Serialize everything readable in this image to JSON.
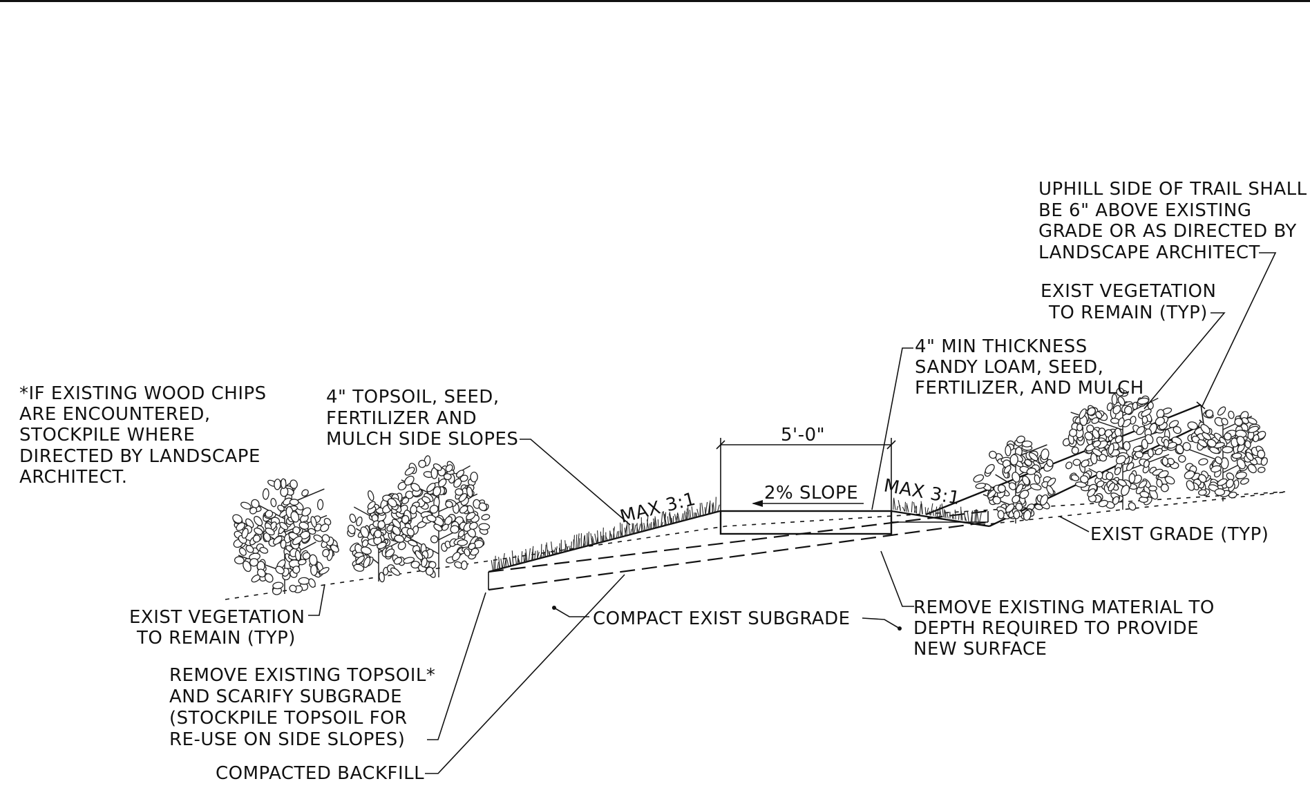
{
  "labels": {
    "wood_chips_note": [
      "*IF EXISTING WOOD CHIPS",
      "ARE ENCOUNTERED,",
      "STOCKPILE WHERE",
      "DIRECTED BY LANDSCAPE",
      "ARCHITECT."
    ],
    "topsoil_side_slopes": [
      "4\" TOPSOIL, SEED,",
      "FERTILIZER AND",
      "MULCH SIDE SLOPES"
    ],
    "trail_width": "5'-0\"",
    "trail_slope": "2% SLOPE",
    "max_slope_left": "MAX 3:1",
    "max_slope_right": "MAX 3:1",
    "sandy_loam": [
      "4\" MIN THICKNESS",
      "SANDY LOAM, SEED,",
      "FERTILIZER, AND MULCH"
    ],
    "uphill_note": [
      "UPHILL SIDE OF TRAIL SHALL",
      "BE 6\" ABOVE EXISTING",
      "GRADE OR AS DIRECTED BY",
      "LANDSCAPE ARCHITECT"
    ],
    "exist_vegetation_right": [
      "EXIST VEGETATION",
      "TO REMAIN (TYP)"
    ],
    "exist_grade": "EXIST GRADE (TYP)",
    "exist_vegetation_left": [
      "EXIST VEGETATION",
      "TO REMAIN (TYP)"
    ],
    "compact_subgrade": "COMPACT EXIST SUBGRADE",
    "remove_material": [
      "REMOVE EXISTING MATERIAL TO",
      "DEPTH REQUIRED TO PROVIDE",
      "NEW SURFACE"
    ],
    "remove_topsoil": [
      "REMOVE EXISTING TOPSOIL*",
      "AND SCARIFY SUBGRADE",
      "(STOCKPILE TOPSOIL FOR",
      "RE-USE ON SIDE SLOPES)"
    ],
    "compacted_backfill": "COMPACTED BACKFILL"
  }
}
